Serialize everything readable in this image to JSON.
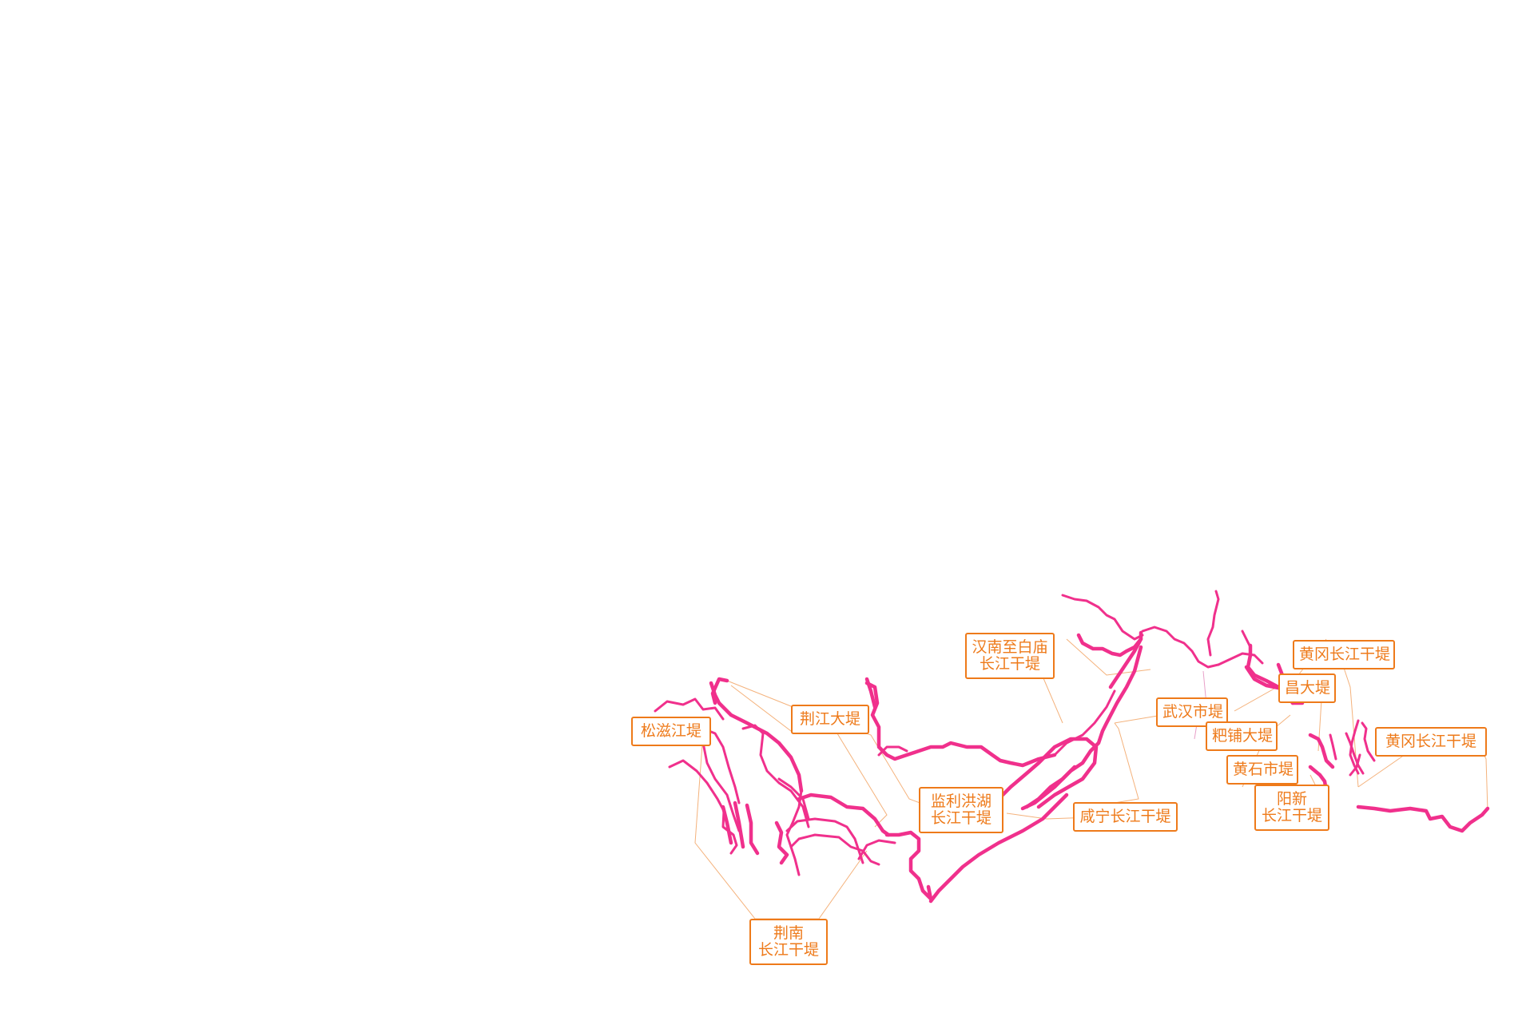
{
  "map": {
    "line_color": "#f0308c",
    "label_color": "#ee7a1a",
    "leader_color": "#f4b27c",
    "labels": {
      "songzi": [
        "松滋江堤"
      ],
      "jingjiang": [
        "荆江大堤"
      ],
      "hannan": [
        "汉南至白庙",
        "长江干堤"
      ],
      "jianli": [
        "监利洪湖",
        "长江干堤"
      ],
      "xianning": [
        "咸宁长江干堤"
      ],
      "wuhan": [
        "武汉市堤"
      ],
      "bapu": [
        "粑铺大堤"
      ],
      "changda": [
        "昌大堤"
      ],
      "huanggang1": [
        "黄冈长江干堤"
      ],
      "huanggang2": [
        "黄冈长江干堤"
      ],
      "huangshi": [
        "黄石市堤"
      ],
      "yangxin": [
        "阳新",
        "长江干堤"
      ],
      "jingnan": [
        "荆南",
        "长江干堤"
      ]
    }
  }
}
